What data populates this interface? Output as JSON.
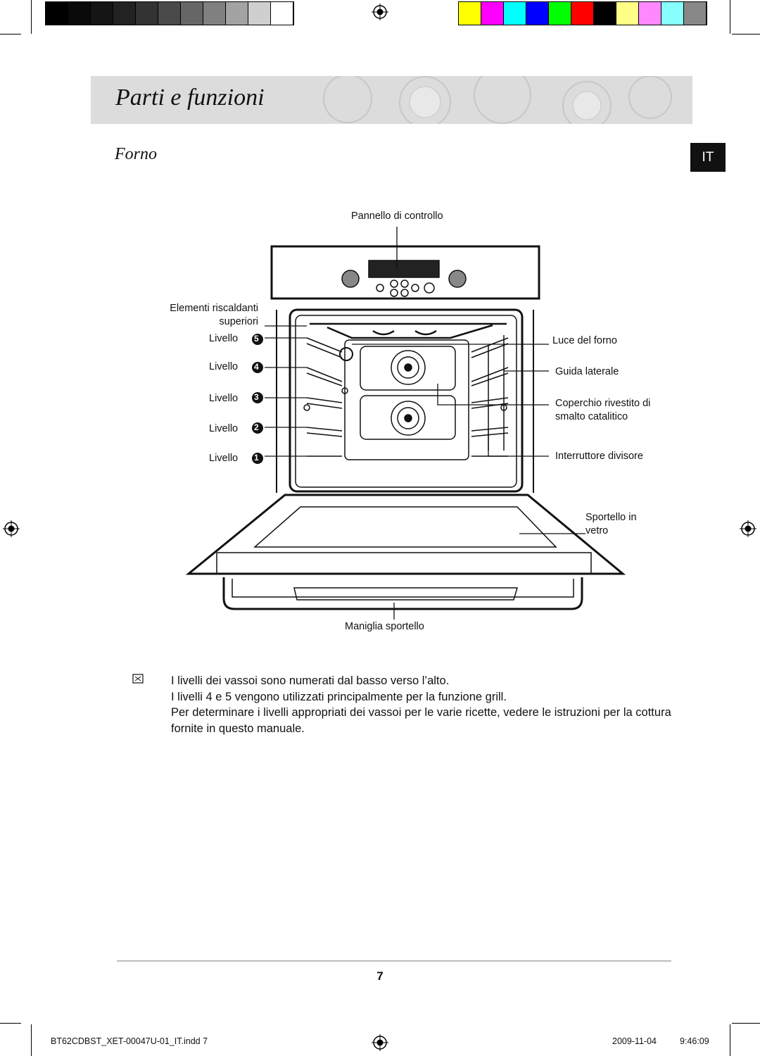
{
  "colors": {
    "gray_swatches": [
      "#000000",
      "#0a0a0a",
      "#151515",
      "#222222",
      "#333333",
      "#4a4a4a",
      "#666666",
      "#808080",
      "#a3a3a3",
      "#cfcfcf",
      "#ffffff"
    ],
    "color_swatches": [
      "#ffff00",
      "#ff00ff",
      "#00ffff",
      "#0000ff",
      "#00ff00",
      "#ff0000",
      "#000000",
      "#ffff88",
      "#ff88ff",
      "#88ffff",
      "#888888"
    ],
    "title_band": "#dcdcdc",
    "badge": "#111111"
  },
  "header": {
    "title": "Parti e funzioni"
  },
  "section": {
    "title": "Forno",
    "language_badge": "IT"
  },
  "diagram": {
    "labels": {
      "control_panel": "Pannello di controllo",
      "heating_elements_line1": "Elementi riscaldanti",
      "heating_elements_line2": "superiori",
      "level_word": "Livello",
      "oven_light": "Luce del forno",
      "side_guide": "Guida laterale",
      "catalytic_cover_line1": "Coperchio rivestito di",
      "catalytic_cover_line2": "smalto catalitico",
      "divider_switch": "Interruttore divisore",
      "glass_door_line1": "Sportello in",
      "glass_door_line2": "vetro",
      "door_handle": "Maniglia sportello"
    },
    "levels": [
      "5",
      "4",
      "3",
      "2",
      "1"
    ]
  },
  "note": {
    "icon": "note-icon",
    "lines": [
      "I livelli dei vassoi sono numerati dal basso verso l’alto.",
      "I livelli 4 e 5 vengono utilizzati principalmente per la funzione grill.",
      "Per determinare i livelli appropriati dei vassoi per le varie ricette, vedere le istruzioni per la cottura fornite in questo manuale."
    ]
  },
  "footer": {
    "page_number": "7",
    "file_slug": "BT62CDBST_XET-00047U-01_IT.indd   7",
    "date": "2009-11-04",
    "time": "9:46:09"
  }
}
